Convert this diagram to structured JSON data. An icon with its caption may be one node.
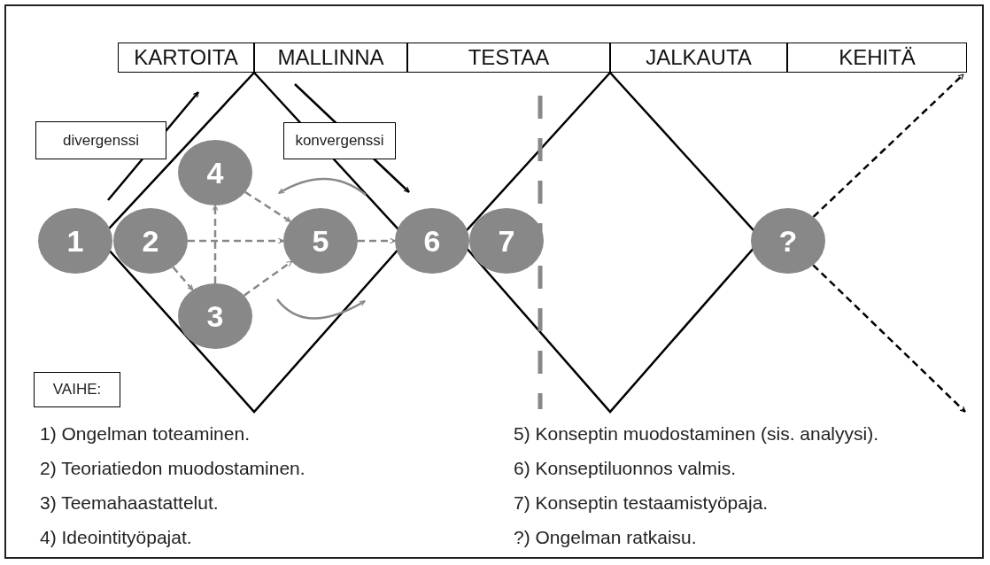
{
  "diagram": {
    "nodes": [
      {
        "text": [
          "KARTOITA"
        ]
      },
      {
        "text": [
          "MALLINNA"
        ]
      },
      {
        "text": [
          "TESTAA"
        ]
      },
      {
        "text": [
          "JALKAUTA"
        ]
      },
      {
        "text": [
          "KEHITÄ"
        ]
      },
      {
        "text": [
          "divergenssi"
        ]
      },
      {
        "text": [
          "konvergenssi"
        ]
      },
      {
        "text": [
          "1"
        ]
      },
      {
        "text": [
          "2"
        ]
      },
      {
        "text": [
          "3"
        ]
      },
      {
        "text": [
          "4"
        ]
      },
      {
        "text": [
          "5"
        ]
      },
      {
        "text": [
          "6"
        ]
      },
      {
        "text": [
          "7"
        ]
      },
      {
        "text": [
          "?"
        ]
      },
      {
        "text": [
          "VAIHE:"
        ]
      }
    ],
    "edges": [
      {
        "from": 8,
        "to": 11,
        "arrow": "to",
        "style": "dashed"
      },
      {
        "from": 8,
        "to": 9,
        "arrow": "to",
        "style": "dashed"
      },
      {
        "from": 9,
        "to": 10,
        "arrow": "to",
        "style": "dashed"
      },
      {
        "from": 10,
        "to": 11,
        "arrow": "to",
        "style": "dashed"
      },
      {
        "from": 9,
        "to": 11,
        "arrow": "to",
        "style": "dashed"
      },
      {
        "from": 11,
        "to": 12,
        "arrow": "to",
        "style": "dashed"
      },
      {
        "from": 14,
        "to": 4,
        "arrow": "to",
        "style": "dashed",
        "color": "#000000"
      },
      {
        "from": 14,
        "to": null,
        "arrow": "to",
        "style": "dashed",
        "color": "#000000"
      }
    ],
    "labels": [
      "1) Ongelman toteaminen.",
      "5) Konseptin muodostaminen (sis. analyysi).",
      "2) Teoriatiedon muodostaminen.",
      "6) Konseptiluonnos valmis.",
      "3) Teemahaastattelut.",
      "7) Konseptin testaamistyöpaja.",
      "4) Ideointityöpajat.",
      "?) Ongelman ratkaisu."
    ]
  }
}
